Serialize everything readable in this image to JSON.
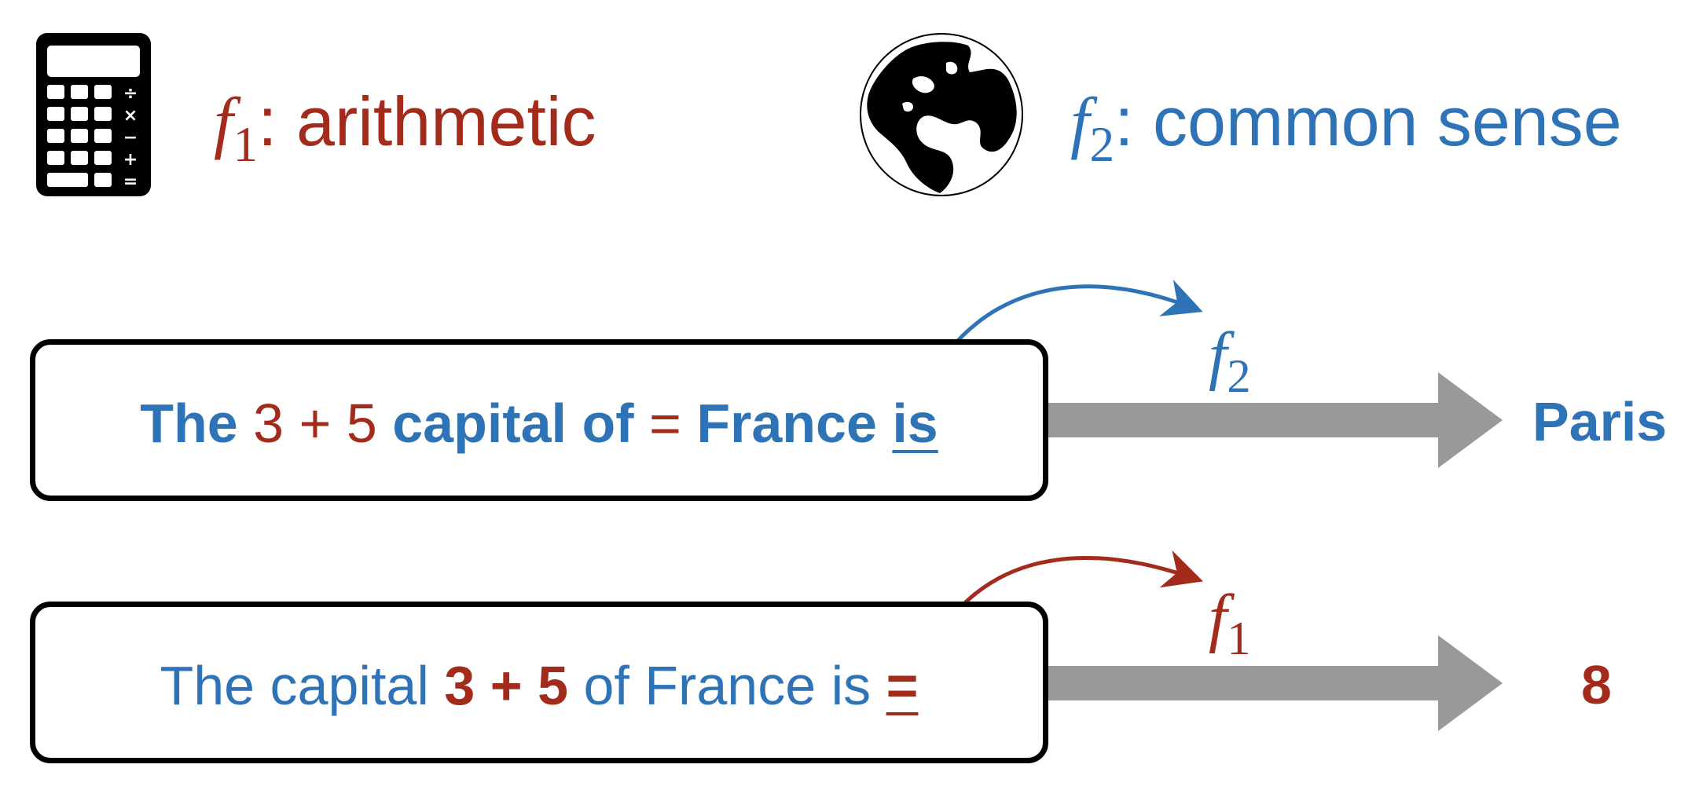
{
  "functions": [
    {
      "symbol": "f",
      "index": "1",
      "name": ": arithmetic",
      "color": "#a32b1c",
      "icon": "calculator-icon"
    },
    {
      "symbol": "f",
      "index": "2",
      "name": ": common sense",
      "color": "#2f73b7",
      "icon": "globe-icon"
    }
  ],
  "calculator_keys": [
    "÷",
    "×",
    "−",
    "+",
    "="
  ],
  "examples": [
    {
      "tokens": [
        {
          "text": "The",
          "color": "blue",
          "bold": true
        },
        {
          "text": "3 + 5",
          "color": "red",
          "bold": false
        },
        {
          "text": "capital of",
          "color": "blue",
          "bold": true
        },
        {
          "text": "=",
          "color": "red",
          "bold": false
        },
        {
          "text": "France",
          "color": "blue",
          "bold": true
        },
        {
          "text": "is",
          "color": "blue",
          "bold": true,
          "underline": true
        }
      ],
      "arrow_label": {
        "symbol": "f",
        "index": "2"
      },
      "result": "Paris",
      "result_color": "#2f73b7"
    },
    {
      "tokens": [
        {
          "text": "The capital",
          "color": "blue",
          "bold": false
        },
        {
          "text": "3 + 5",
          "color": "red",
          "bold": true
        },
        {
          "text": "of France is",
          "color": "blue",
          "bold": false
        },
        {
          "text": "=",
          "color": "red",
          "bold": true,
          "underline": true
        }
      ],
      "arrow_label": {
        "symbol": "f",
        "index": "1"
      },
      "result": "8",
      "result_color": "#a32b1c"
    }
  ],
  "colors": {
    "blue": "#2f73b7",
    "red": "#a32b1c",
    "arrow_gray": "#999999"
  }
}
